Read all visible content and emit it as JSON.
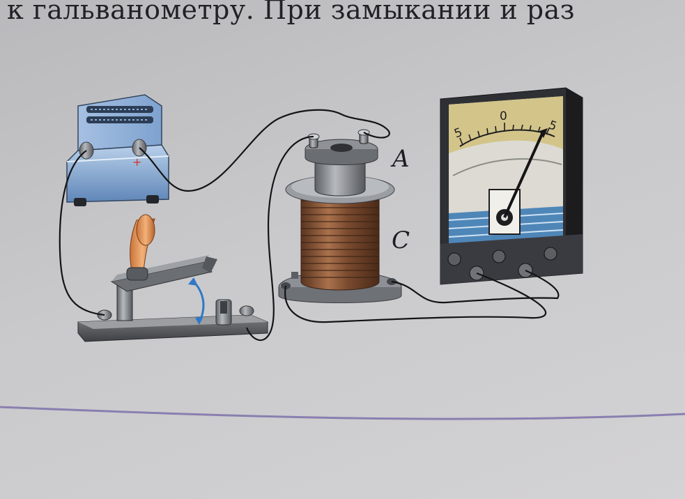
{
  "text": {
    "header_line": "к гальванометру. При замыкании и раз",
    "coil_label_top": "A",
    "coil_label_bottom": "C",
    "scale_left": "5",
    "scale_center": "0",
    "scale_right": "5",
    "battery_plus": "+"
  },
  "icons": {
    "power_supply": "power-supply-box",
    "switch": "knife-switch",
    "coil": "induction-coil",
    "meter": "galvanometer"
  },
  "colors": {
    "paper": "#c9c9cb",
    "ink": "#222226",
    "power_blue": "#6f95c4",
    "copper": "#8a5a3c",
    "metal_grey": "#8c8f94",
    "meter_body": "#2f2f33",
    "meter_blue": "#4f86b8",
    "divider_purple": "#8a7fb0"
  }
}
